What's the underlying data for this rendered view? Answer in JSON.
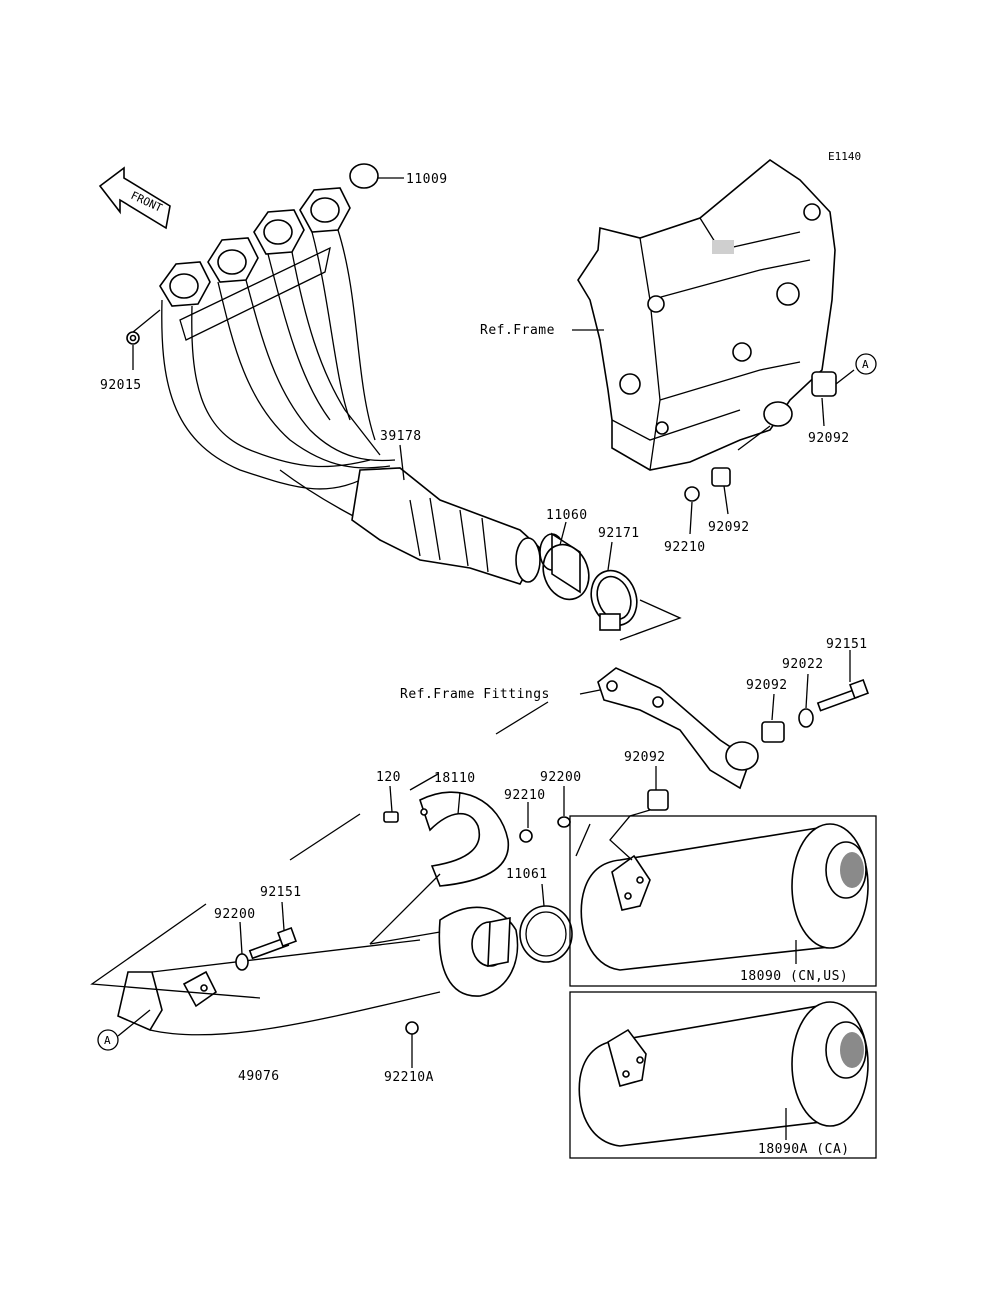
{
  "diagram_code": "E1140",
  "front_label": "FRONT",
  "refs": {
    "frame": "Ref.Frame",
    "frame_fittings": "Ref.Frame Fittings"
  },
  "callout_letter": "A",
  "parts": {
    "p11009": "11009",
    "p92015": "92015",
    "p39178": "39178",
    "p11060": "11060",
    "p92171": "92171",
    "p92092_a": "92092",
    "p92092_b": "92092",
    "p92210_a": "92210",
    "p92151_a": "92151",
    "p92022": "92022",
    "p92092_c": "92092",
    "p92092_d": "92092",
    "p18110": "18110",
    "p120": "120",
    "p92200_a": "92200",
    "p92210_b": "92210",
    "p11061": "11061",
    "p92151_b": "92151",
    "p92200_b": "92200",
    "p49076": "49076",
    "p92210A": "92210A"
  },
  "variants": {
    "v1": "18090  (CN,US)",
    "v2": "18090A  (CA)"
  }
}
